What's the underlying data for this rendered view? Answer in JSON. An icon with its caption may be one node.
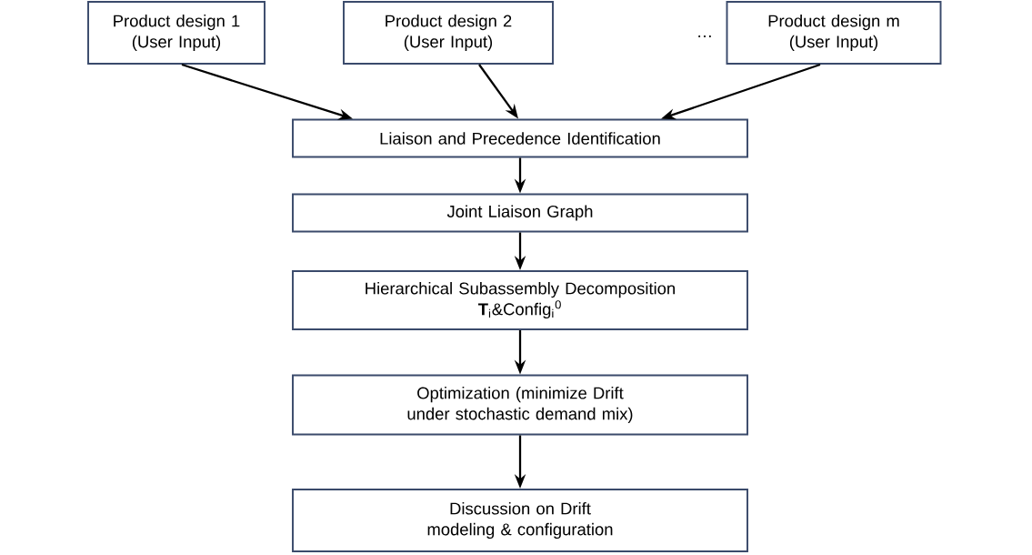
{
  "diagram": {
    "nodes": [
      {
        "text": [
          "Product design 1",
          "(User Input)"
        ]
      },
      {
        "text": [
          "Product design 2",
          "(User Input)"
        ]
      },
      {
        "text": [
          "Product design m",
          "(User Input)"
        ]
      },
      {
        "text": [
          "Liaison and Precedence Identification"
        ]
      },
      {
        "text": [
          "Joint Liaison Graph"
        ]
      },
      {
        "text": [
          "Hierarchical Subassembly Decomposition",
          "**T**$_{i}$&Config$_{i}$$^{0}$"
        ]
      },
      {
        "text": [
          "Optimization (minimize Drift under stochastic demand mix)"
        ]
      },
      {
        "text": [
          "Discussion on Drift modeling & configuration"
        ]
      }
    ],
    "edges": [
      {
        "from": 0,
        "to": 3,
        "arrow": "to"
      },
      {
        "from": 1,
        "to": 3,
        "arrow": "to"
      },
      {
        "from": 2,
        "to": 3,
        "arrow": "to"
      },
      {
        "from": 3,
        "to": 4,
        "arrow": "to"
      },
      {
        "from": 4,
        "to": 5,
        "arrow": "to"
      },
      {
        "from": 5,
        "to": 6,
        "arrow": "to"
      },
      {
        "from": 6,
        "to": 7,
        "arrow": "to"
      }
    ],
    "labels": [
      "…"
    ]
  }
}
